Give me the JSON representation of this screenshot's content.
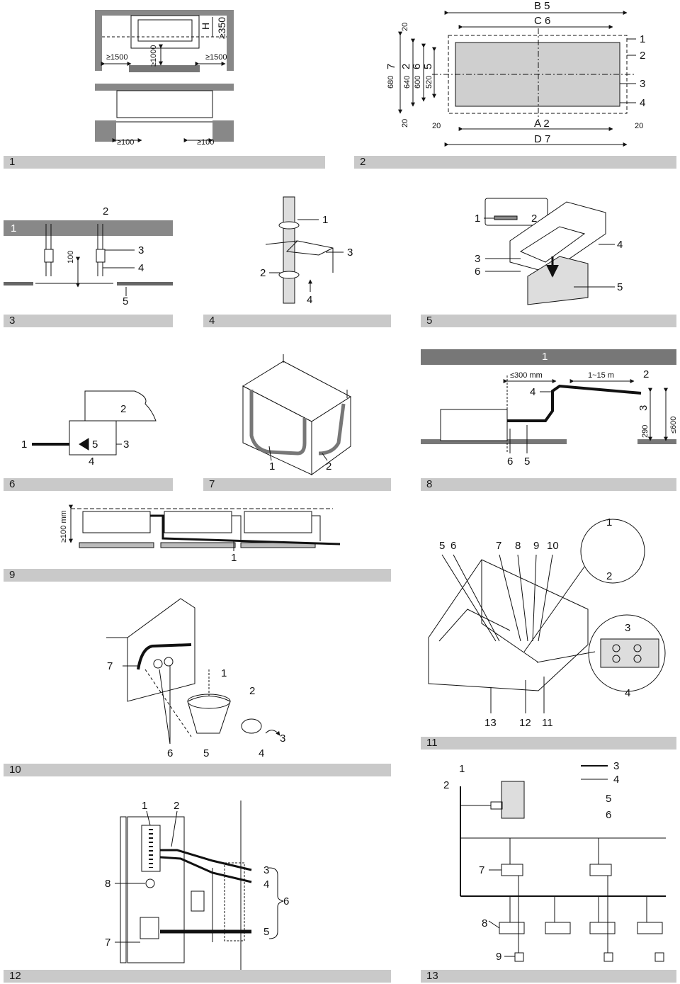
{
  "captions": {
    "c1": "1",
    "c2": "2",
    "c3": "3",
    "c4": "4",
    "c5": "5",
    "c6": "6",
    "c7": "7",
    "c8": "8",
    "c9": "9",
    "c10": "10",
    "c11": "11",
    "c12": "12",
    "c13": "13"
  },
  "fig1": {
    "h": "H",
    "h_min": "≥350",
    "left_clear": "≥1500",
    "center_clear": "≥1000",
    "right_clear": "≥1500",
    "bottom_left": "≥100",
    "bottom_right": "≥100"
  },
  "fig2": {
    "top_b": "B 5",
    "top_c": "C 6",
    "bot_a": "A 2",
    "bot_d": "D 7",
    "d20a": "20",
    "d20b": "20",
    "d20c": "20",
    "d20d": "20",
    "v680": "680",
    "v7": "7",
    "v640": "640",
    "v2": "2",
    "v600": "600",
    "v6": "6",
    "v520": "520",
    "v5": "5",
    "n1": "1",
    "n2": "2",
    "n3": "3",
    "n4": "4"
  },
  "fig3": {
    "dim": "100",
    "n1": "1",
    "n2": "2",
    "n3": "3",
    "n4": "4",
    "n5": "5"
  },
  "fig4": {
    "n1": "1",
    "n2": "2",
    "n3": "3",
    "n4": "4"
  },
  "fig5": {
    "n1": "1",
    "n2": "2",
    "n3": "3",
    "n4": "4",
    "n5": "5",
    "n6": "6"
  },
  "fig6": {
    "n1": "1",
    "n2": "2",
    "n3": "3",
    "n4": "4",
    "n5": "5"
  },
  "fig7": {
    "n1": "1",
    "n2": "2"
  },
  "fig8": {
    "head": "1",
    "d300": "≤300 mm",
    "d1_15": "1~15 m",
    "d290": "290",
    "d600": "≤600",
    "n2": "2",
    "n3": "3",
    "n4": "4",
    "n5": "5",
    "n6": "6"
  },
  "fig9": {
    "d100": "≥100 mm",
    "n1": "1"
  },
  "fig10": {
    "n1": "1",
    "n2": "2",
    "n3": "3",
    "n4": "4",
    "n5": "5",
    "n6": "6",
    "n7": "7"
  },
  "fig11": {
    "n1": "1",
    "n2": "2",
    "n3": "3",
    "n4": "4",
    "n5": "5",
    "n6": "6",
    "n7": "7",
    "n8": "8",
    "n9": "9",
    "n10": "10",
    "n11": "11",
    "n12": "12",
    "n13": "13"
  },
  "fig12": {
    "n1": "1",
    "n2": "2",
    "n3": "3",
    "n4": "4",
    "n5": "5",
    "n6": "6",
    "n7": "7",
    "n8": "8"
  },
  "fig13": {
    "n1": "1",
    "n2": "2",
    "n3": "3",
    "n4": "4",
    "n5": "5",
    "n6": "6",
    "n7": "7",
    "n8": "8",
    "n9": "9"
  }
}
